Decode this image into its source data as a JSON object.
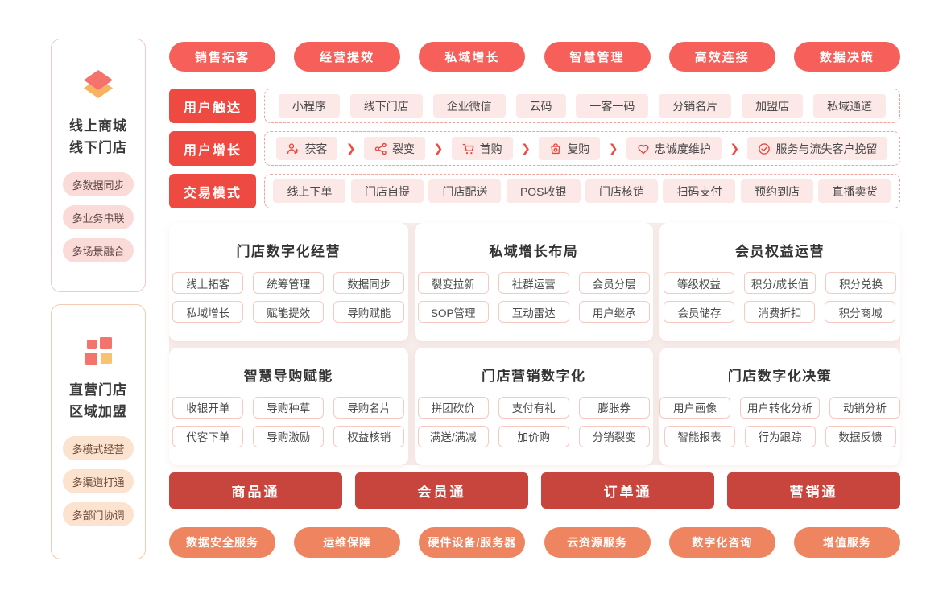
{
  "colors": {
    "top_pill": "#f7605a",
    "row_label_button": "#ee4a42",
    "chip_bg": "#fce9e7",
    "dashed_border": "#f0a29b",
    "card_area_bg": "#f7edeb",
    "feature_chip_border": "#f8c8c3",
    "hub_button": "#c7453d",
    "service_pill": "#ef8560",
    "icon_red": "#f4746d",
    "icon_orange": "#f8b45f",
    "journey_icon_stroke": "#e8463d"
  },
  "sidebar": {
    "cards": [
      {
        "icon": "layers-icon",
        "title_lines": [
          "线上商城",
          "线下门店"
        ],
        "tags": [
          "多数据同步",
          "多业务串联",
          "多场景融合"
        ]
      },
      {
        "icon": "grid-icon",
        "title_lines": [
          "直营门店",
          "区域加盟"
        ],
        "tags": [
          "多模式经营",
          "多渠道打通",
          "多部门协调"
        ]
      }
    ]
  },
  "top_pills": [
    "销售拓客",
    "经营提效",
    "私域增长",
    "智慧管理",
    "高效连接",
    "数据决策"
  ],
  "rows": [
    {
      "label": "用户触达",
      "chips": [
        "小程序",
        "线下门店",
        "企业微信",
        "云码",
        "一客一码",
        "分销名片",
        "加盟店",
        "私域通道"
      ]
    },
    {
      "label": "用户增长",
      "connector": "❯",
      "journey": [
        {
          "icon": "user-add-icon",
          "label": "获客"
        },
        {
          "icon": "share-icon",
          "label": "裂变"
        },
        {
          "icon": "cart-icon",
          "label": "首购"
        },
        {
          "icon": "bag-icon",
          "label": "复购"
        },
        {
          "icon": "heart-icon",
          "label": "忠诚度维护"
        },
        {
          "icon": "check-circle-icon",
          "label": "服务与流失客户挽留"
        }
      ]
    },
    {
      "label": "交易模式",
      "chips": [
        "线上下单",
        "门店自提",
        "门店配送",
        "POS收银",
        "门店核销",
        "扫码支付",
        "预约到店",
        "直播卖货"
      ]
    }
  ],
  "feature_cards": [
    {
      "title": "门店数字化经营",
      "items": [
        "线上拓客",
        "统筹管理",
        "数据同步",
        "私域增长",
        "赋能提效",
        "导购赋能"
      ]
    },
    {
      "title": "私域增长布局",
      "items": [
        "裂变拉新",
        "社群运营",
        "会员分层",
        "SOP管理",
        "互动雷达",
        "用户继承"
      ]
    },
    {
      "title": "会员权益运营",
      "items": [
        "等级权益",
        "积分/成长值",
        "积分兑换",
        "会员储存",
        "消费折扣",
        "积分商城"
      ]
    },
    {
      "title": "智慧导购赋能",
      "items": [
        "收银开单",
        "导购种草",
        "导购名片",
        "代客下单",
        "导购激励",
        "权益核销"
      ]
    },
    {
      "title": "门店营销数字化",
      "items": [
        "拼团砍价",
        "支付有礼",
        "膨胀券",
        "满送/满减",
        "加价购",
        "分销裂变"
      ]
    },
    {
      "title": "门店数字化决策",
      "items": [
        "用户画像",
        "用户转化分析",
        "动销分析",
        "智能报表",
        "行为跟踪",
        "数据反馈"
      ]
    }
  ],
  "bottom_buttons": [
    "商品通",
    "会员通",
    "订单通",
    "营销通"
  ],
  "bottom_pills": [
    "数据安全服务",
    "运维保障",
    "硬件设备/服务器",
    "云资源服务",
    "数字化咨询",
    "增值服务"
  ]
}
